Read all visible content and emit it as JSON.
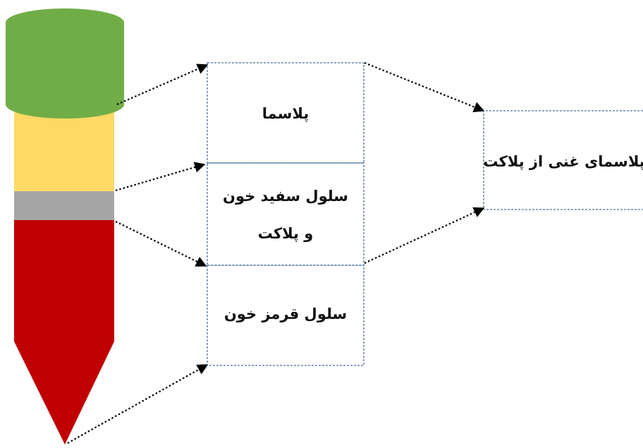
{
  "tube": {
    "colors": {
      "cap": "#70ad47",
      "plasma": "#ffd966",
      "buffy_coat": "#a6a6a6",
      "red_cells": "#c00000"
    }
  },
  "boxes": {
    "plasma": {
      "label": "پلاسما"
    },
    "buffy_coat": {
      "line1": "سلول سفید خون",
      "line2": "و پلاکت"
    },
    "red_cells": {
      "label": "سلول قرمز خون"
    },
    "prp": {
      "label": "پلاسمای غنی از پلاکت"
    }
  },
  "style": {
    "box_border": "#4a6fa5",
    "arrow_color": "#000000"
  }
}
